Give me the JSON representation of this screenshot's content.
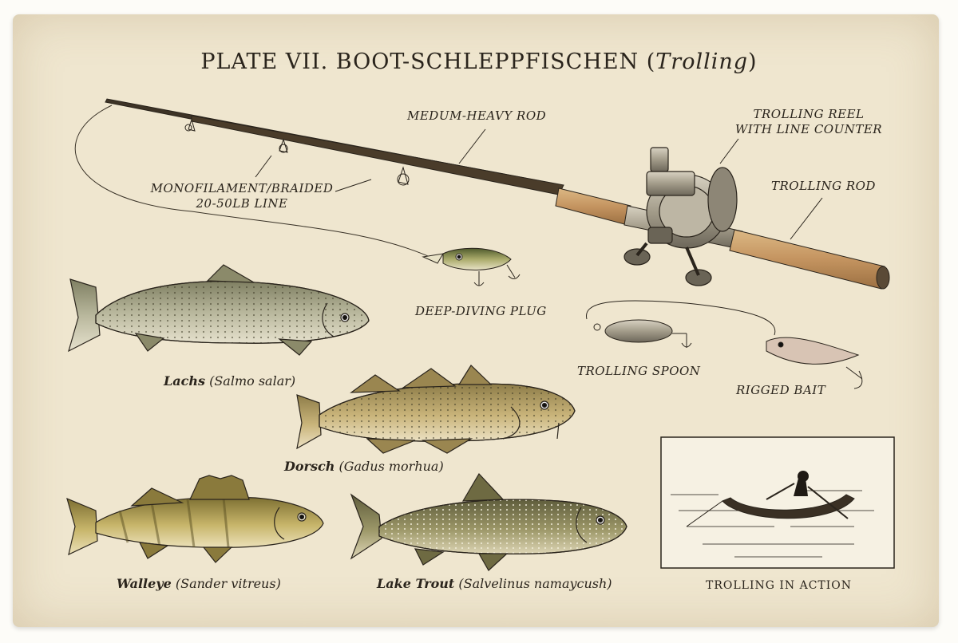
{
  "title": {
    "main": "PLATE VII.  BOOT-SCHLEPPFISCHEN (",
    "italic": "Trolling",
    "close": ")"
  },
  "labels": {
    "medium_rod": "MEDUM-HEAVY ROD",
    "reel_line1": "TROLLING REEL",
    "reel_line2": "WITH LINE COUNTER",
    "trolling_rod": "TROLLING ROD",
    "line_line1": "MONOFILAMENT/BRAIDED",
    "line_line2": "20-50LB LINE",
    "deep_plug": "DEEP-DIVING PLUG",
    "spoon": "TROLLING SPOON",
    "rigged_bait": "RIGGED BAIT"
  },
  "fish": [
    {
      "common": "Lachs",
      "latin": "(Salmo salar)"
    },
    {
      "common": "Dorsch",
      "latin": "(Gadus morhua)"
    },
    {
      "common": "Walleye",
      "latin": "(Sander vitreus)"
    },
    {
      "common": "Lake Trout",
      "latin": "(Salvelinus namaycush)"
    }
  ],
  "inset": {
    "caption": "TROLLING IN ACTION"
  },
  "colors": {
    "paper": "#efe6cf",
    "ink": "#2a241c",
    "cork": "#c9a06a",
    "salmon": "#a8a88a",
    "cod": "#b9a46a",
    "walleye": "#b3a25c",
    "trout": "#8f8a5c"
  }
}
